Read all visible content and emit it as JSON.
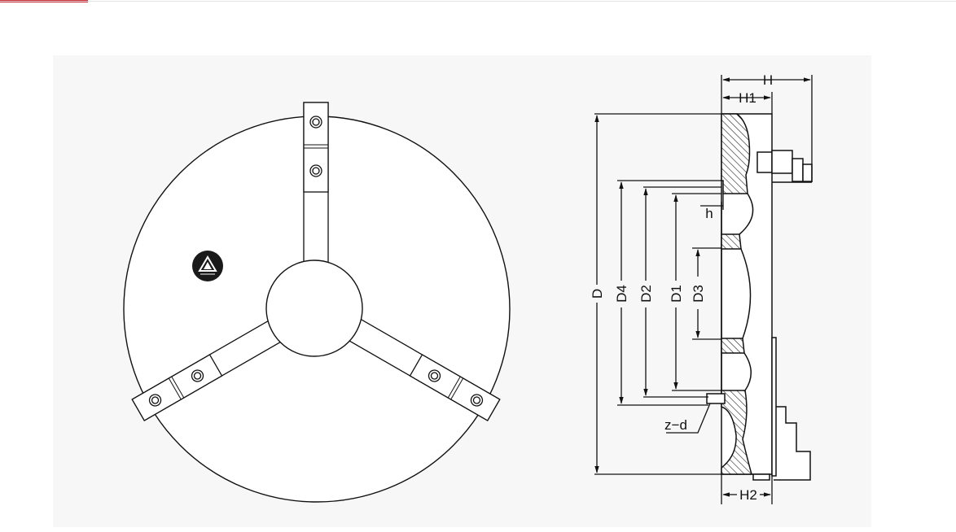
{
  "colors": {
    "accent": "#c8242d",
    "line": "#111111",
    "panel": "#f7f7f7"
  },
  "front_view": {
    "jaw_count": 3,
    "logo": "brand-logo"
  },
  "side_view": {
    "labels": {
      "D": "D",
      "D4": "D4",
      "D2": "D2",
      "D1": "D1",
      "D3": "D3",
      "H": "H",
      "H1": "H1",
      "H2": "H2",
      "h": "h",
      "zd": "z−d"
    }
  }
}
